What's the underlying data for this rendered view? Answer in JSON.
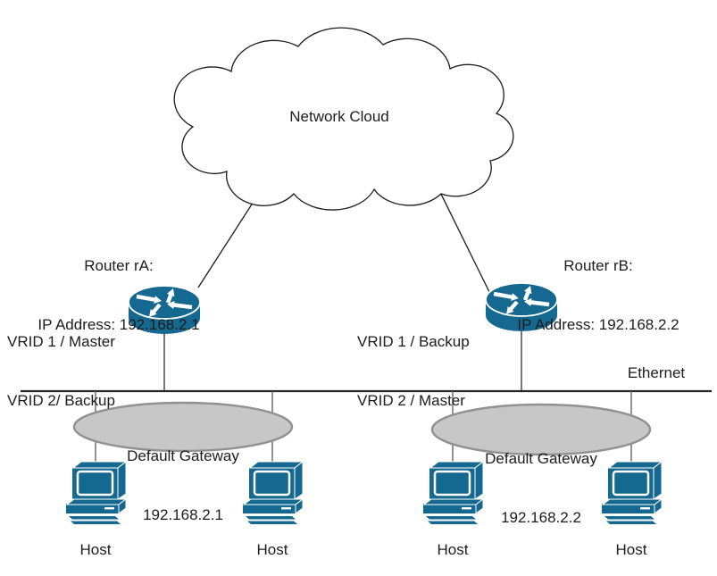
{
  "colors": {
    "device": "#15688f",
    "gateway_fill": "#c7c7c7",
    "gateway_border": "#919191",
    "bus": "#262626",
    "thin_line": "#595959",
    "outline": "#1a1a1a"
  },
  "cloud": {
    "label": "Network Cloud"
  },
  "network": {
    "ethernet_label": "Ethernet"
  },
  "routers": [
    {
      "id": "rA",
      "label_line1": "Router rA:",
      "label_line2": "IP Address: 192.168.2.1",
      "vrid_line1": "VRID 1 / Master",
      "vrid_line2": "VRID 2/ Backup"
    },
    {
      "id": "rB",
      "label_line1": "Router rB:",
      "label_line2": "IP Address: 192.168.2.2",
      "vrid_line1": "VRID 1 / Backup",
      "vrid_line2": "VRID 2 / Master"
    }
  ],
  "gateways": [
    {
      "line1": "Default Gateway",
      "line2": "192.168.2.1"
    },
    {
      "line1": "Default Gateway",
      "line2": "192.168.2.2"
    }
  ],
  "hosts": [
    {
      "label": "Host"
    },
    {
      "label": "Host"
    },
    {
      "label": "Host"
    },
    {
      "label": "Host"
    }
  ]
}
